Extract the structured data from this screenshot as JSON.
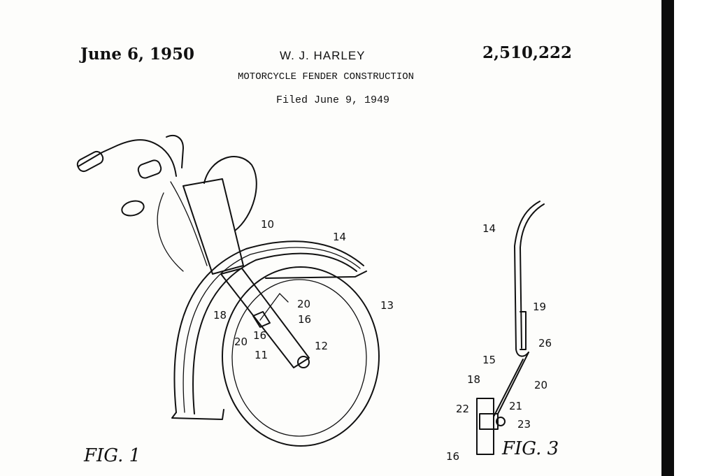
{
  "header": {
    "date": "June 6, 1950",
    "inventor": "W. J. HARLEY",
    "patent_number": "2,510,222",
    "title": "MOTORCYCLE FENDER CONSTRUCTION",
    "filed": "Filed June 9, 1949"
  },
  "figure1": {
    "caption": "FIG. 1",
    "labels": {
      "n10": "10",
      "n14": "14",
      "n13": "13",
      "n20a": "20",
      "n16a": "16",
      "n18": "18",
      "n20b": "20",
      "n16b": "16",
      "n11": "11",
      "n12": "12"
    }
  },
  "figure3": {
    "caption": "FIG. 3",
    "labels": {
      "n14": "14",
      "n19": "19",
      "n26": "26",
      "n15": "15",
      "n18": "18",
      "n20": "20",
      "n22": "22",
      "n21": "21",
      "n23": "23",
      "n16": "16"
    }
  },
  "colors": {
    "ink": "#111111",
    "paper": "#fdfdfb",
    "edge": "#0c0c0c"
  }
}
